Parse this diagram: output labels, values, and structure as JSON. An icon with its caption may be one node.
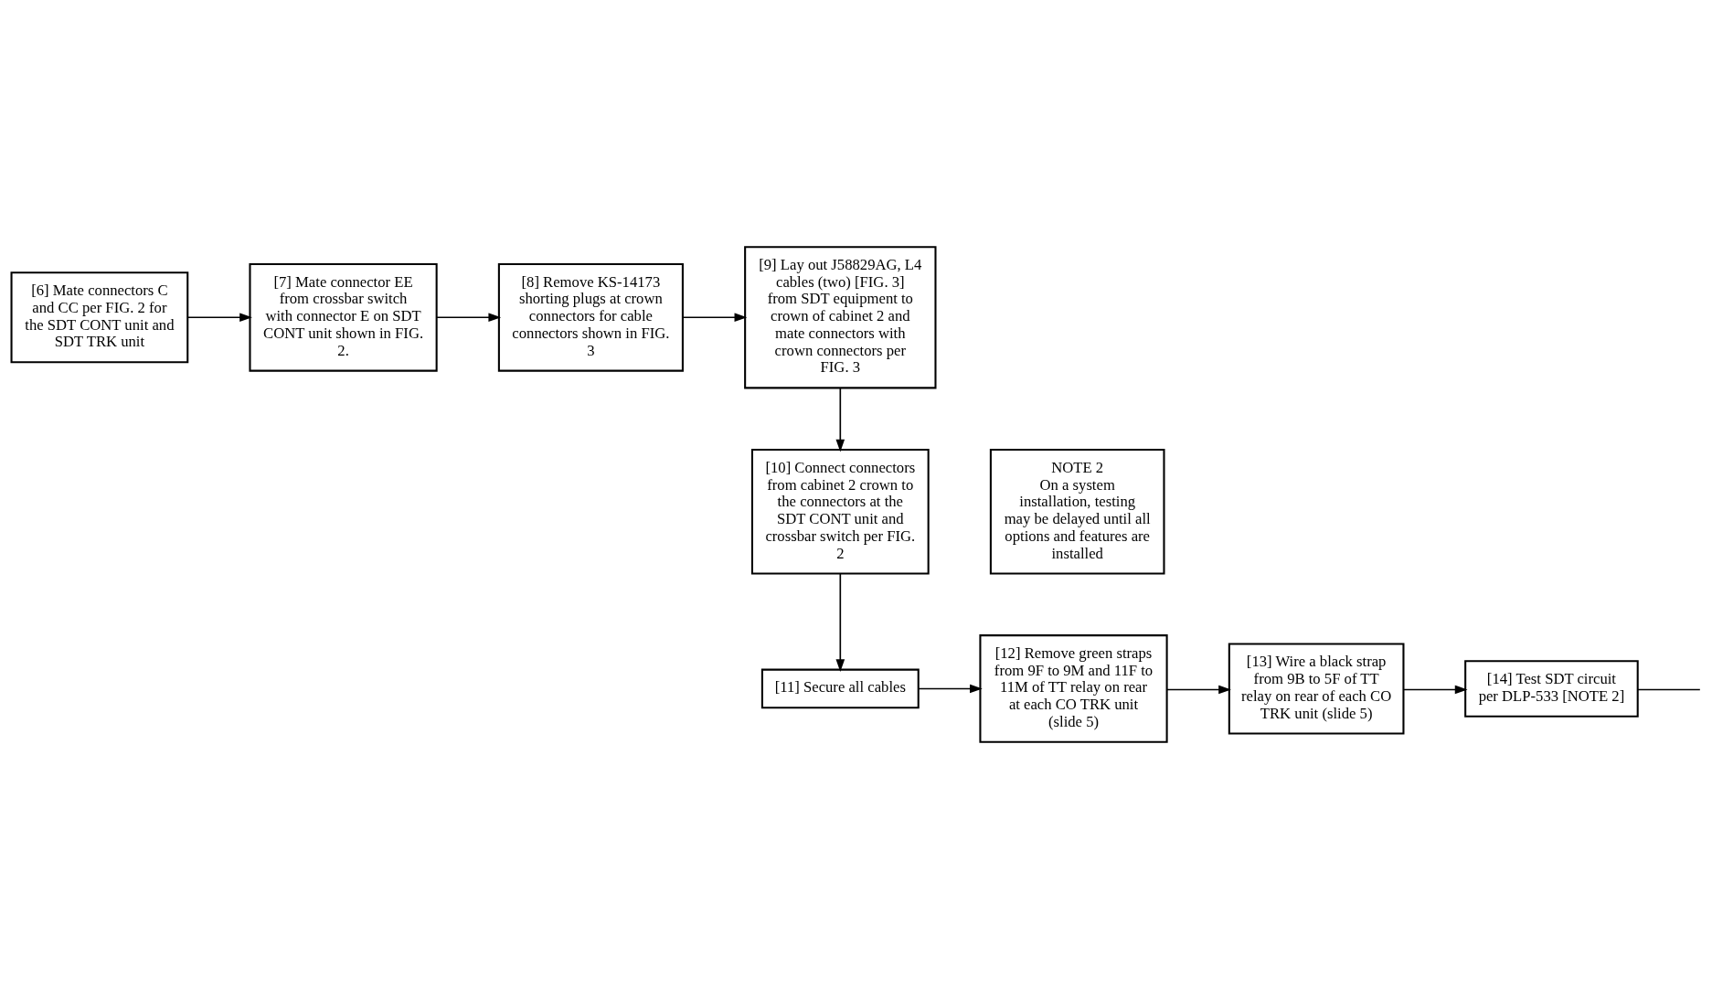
{
  "diagram": {
    "nodes": [
      {
        "text": [
          "[6] Mate connectors C and CC per FIG. 2 for the SDT CONT unit and SDT TRK unit"
        ]
      },
      {
        "text": [
          "[7] Mate connector EE from crossbar switch with connector E on SDT CONT unit shown in FIG. 2."
        ]
      },
      {
        "text": [
          "[8] Remove KS-14173 shorting plugs at crown connectors for cable connectors shown in FIG. 3"
        ]
      },
      {
        "text": [
          "[9] Lay out J58829AG, L4 cables (two) [FIG. 3] from SDT equipment to crown of cabinet 2 and mate connectors with crown connectors per FIG. 3"
        ]
      },
      {
        "text": [
          "[10] Connect connectors from cabinet 2 crown to the connectors at the SDT CONT unit and crossbar switch per FIG. 2"
        ]
      },
      {
        "text": [
          "NOTE 2",
          "On a system installation, testing may be delayed until all options and features are installed"
        ]
      },
      {
        "text": [
          "[11] Secure all cables"
        ]
      },
      {
        "text": [
          "[12] Remove green straps from 9F to 9M and 11F to 11M of TT relay on rear at each CO TRK unit (slide 5)"
        ]
      },
      {
        "text": [
          "[13] Wire a black strap from 9B to 5F of TT relay on rear of each CO TRK unit (slide 5)"
        ]
      },
      {
        "text": [
          "[14] Test SDT circuit per DLP-533 [NOTE 2]"
        ]
      }
    ],
    "edges": [
      {
        "from": 0,
        "to": 1,
        "arrow": "to"
      },
      {
        "from": 1,
        "to": 2,
        "arrow": "to"
      },
      {
        "from": 2,
        "to": 3,
        "arrow": "to"
      },
      {
        "from": 3,
        "to": 4,
        "arrow": "to"
      },
      {
        "from": 4,
        "to": 6,
        "arrow": "to"
      },
      {
        "from": 6,
        "to": 7,
        "arrow": "to"
      },
      {
        "from": 7,
        "to": 8,
        "arrow": "to"
      },
      {
        "from": 8,
        "to": 9,
        "arrow": "to"
      },
      {
        "from": 9,
        "to": null,
        "arrow": "none"
      }
    ]
  }
}
